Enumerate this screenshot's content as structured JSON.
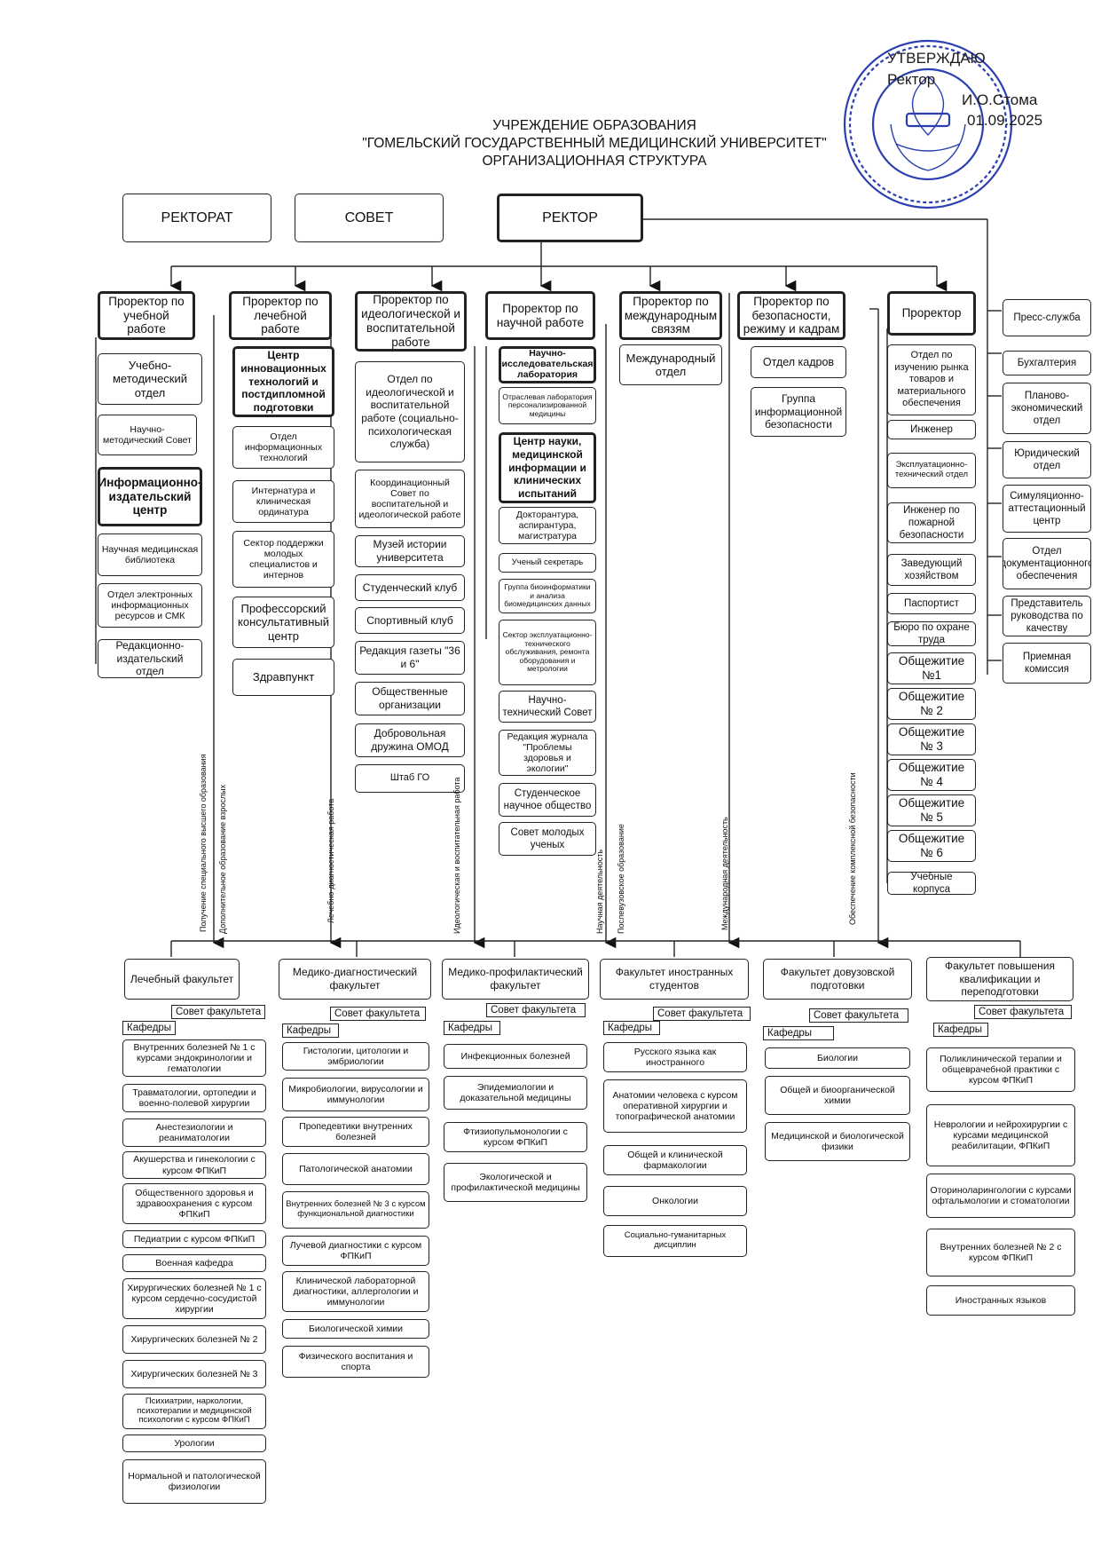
{
  "approval": {
    "line1": "УТВЕРЖДАЮ",
    "line2": "Ректор",
    "line3": "И.О.Стома",
    "date": "01.09.2025"
  },
  "header": {
    "line1": "УЧРЕЖДЕНИЕ ОБРАЗОВАНИЯ",
    "line2": "\"ГОМЕЛЬСКИЙ ГОСУДАРСТВЕННЫЙ МЕДИЦИНСКИЙ УНИВЕРСИТЕТ\"",
    "line3": "ОРГАНИЗАЦИОННАЯ СТРУКТУРА"
  },
  "top": {
    "rectorat": "РЕКТОРАТ",
    "sovet": "СОВЕТ",
    "rector": "РЕКТОР"
  },
  "vice_rectors": [
    {
      "title": "Проректор по учебной работе",
      "units": [
        "Учебно-методический отдел",
        "Научно-методический Совет",
        "Информационно-издательский центр",
        "Научная медицинская библиотека",
        "Отдел электронных информационных ресурсов и СМК",
        "Редакционно-издательский отдел"
      ]
    },
    {
      "title": "Проректор по лечебной работе",
      "units": [
        "Центр инновационных технологий и постдипломной подготовки",
        "Отдел информационных технологий",
        "Интернатура и клиническая ординатура",
        "Сектор поддержки молодых специалистов и интернов",
        "Профессорский консультативный центр",
        "Здравпункт"
      ]
    },
    {
      "title": "Проректор по идеологической и воспитательной работе",
      "units": [
        "Отдел по идеологической и воспитательной работе (социально-психологическая служба)",
        "Координационный Совет по воспитательной и идеологической работе",
        "Музей истории университета",
        "Студенческий клуб",
        "Спортивный клуб",
        "Редакция газеты \"36 и 6\"",
        "Общественные организации",
        "Добровольная дружина ОМОД",
        "Штаб ГО"
      ]
    },
    {
      "title": "Проректор по научной работе",
      "units": [
        "Научно-исследовательская лаборатория",
        "Отраслевая лаборатория персонализированной медицины",
        "Центр науки, медицинской информации и клинических испытаний",
        "Докторантура, аспирантура, магистратура",
        "Ученый секретарь",
        "Группа биоинформатики и анализа биомедицинских данных",
        "Сектор эксплуатационно-технического обслуживания, ремонта оборудования и метрологии",
        "Научно-технический Совет",
        "Редакция журнала \"Проблемы здоровья и экологии\"",
        "Студенческое научное общество",
        "Совет молодых ученых"
      ]
    },
    {
      "title": "Проректор по международным связям",
      "units": [
        "Международный отдел"
      ]
    },
    {
      "title": "Проректор по безопасности, режиму и кадрам",
      "units": [
        "Отдел кадров",
        "Группа информационной безопасности"
      ]
    },
    {
      "title": "Проректор",
      "units": [
        "Отдел по изучению рынка товаров и материального обеспечения",
        "Инженер",
        "Эксплуатационно-технический отдел",
        "Инженер по пожарной безопасности",
        "Заведующий хозяйством",
        "Паспортист",
        "Бюро по охране труда",
        "Общежитие №1",
        "Общежитие № 2",
        "Общежитие № 3",
        "Общежитие № 4",
        "Общежитие № 5",
        "Общежитие № 6",
        "Учебные корпуса"
      ]
    }
  ],
  "right_column": [
    "Пресс-служба",
    "Бухгалтерия",
    "Планово-экономический отдел",
    "Юридический отдел",
    "Симуляционно-аттестационный центр",
    "Отдел документационного обеспечения",
    "Представитель руководства по качеству",
    "Приемная комиссия"
  ],
  "vertical_labels": [
    "Получение специального высшего образования",
    "Дополнительное образование взрослых",
    "Лечебно-диагностическая работа",
    "Идеологическая и воспитательная работа",
    "Научная деятельность",
    "Послевузовское образование",
    "Международная деятельность",
    "Обеспечение комплексной безопасности"
  ],
  "common": {
    "council": "Совет факультета",
    "chairs": "Кафедры"
  },
  "faculties": [
    {
      "name": "Лечебный факультет",
      "departments": [
        "Внутренних болезней № 1 с курсами эндокринологии и гематологии",
        "Травматологии, ортопедии и военно-полевой хирургии",
        "Анестезиологии и реаниматологии",
        "Акушерства и гинекологии с курсом ФПКиП",
        "Общественного здоровья и здравоохранения с курсом ФПКиП",
        "Педиатрии с курсом ФПКиП",
        "Военная кафедра",
        "Хирургических болезней № 1 с курсом сердечно-сосудистой хирургии",
        "Хирургических болезней № 2",
        "Хирургических болезней № 3",
        "Психиатрии, наркологии, психотерапии и медицинской психологии с курсом ФПКиП",
        "Урологии",
        "Нормальной и патологической физиологии"
      ]
    },
    {
      "name": "Медико-диагностический факультет",
      "departments": [
        "Гистологии, цитологии и эмбриологии",
        "Микробиологии, вирусологии и иммунологии",
        "Пропедевтики внутренних болезней",
        "Патологической анатомии",
        "Внутренних болезней № 3 с курсом функциональной диагностики",
        "Лучевой диагностики с курсом ФПКиП",
        "Клинической лабораторной диагностики, аллергологии и иммунологии",
        "Биологической химии",
        "Физического воспитания и спорта"
      ]
    },
    {
      "name": "Медико-профилактический факультет",
      "departments": [
        "Инфекционных болезней",
        "Эпидемиологии и доказательной медицины",
        "Фтизиопульмонологии с курсом ФПКиП",
        "Экологической и профилактической медицины"
      ]
    },
    {
      "name": "Факультет иностранных студентов",
      "departments": [
        "Русского языка как иностранного",
        "Анатомии человека с курсом оперативной хирургии и топографической анатомии",
        "Общей и клинической фармакологии",
        "Онкологии",
        "Социально-гуманитарных дисциплин"
      ]
    },
    {
      "name": "Факультет довузовской подготовки",
      "departments": [
        "Биологии",
        "Общей и биоорганической химии",
        "Медицинской и биологической физики"
      ]
    },
    {
      "name": "Факультет повышения квалификации и переподготовки",
      "departments": [
        "Поликлинической терапии и общеврачебной практики с курсом ФПКиП",
        "Неврологии и нейрохирургии с курсами медицинской реабилитации, ФПКиП",
        "Оториноларингологии с курсами офтальмологии и стоматологии",
        "Внутренних болезней № 2 с курсом ФПКиП",
        "Иностранных языков"
      ]
    }
  ]
}
